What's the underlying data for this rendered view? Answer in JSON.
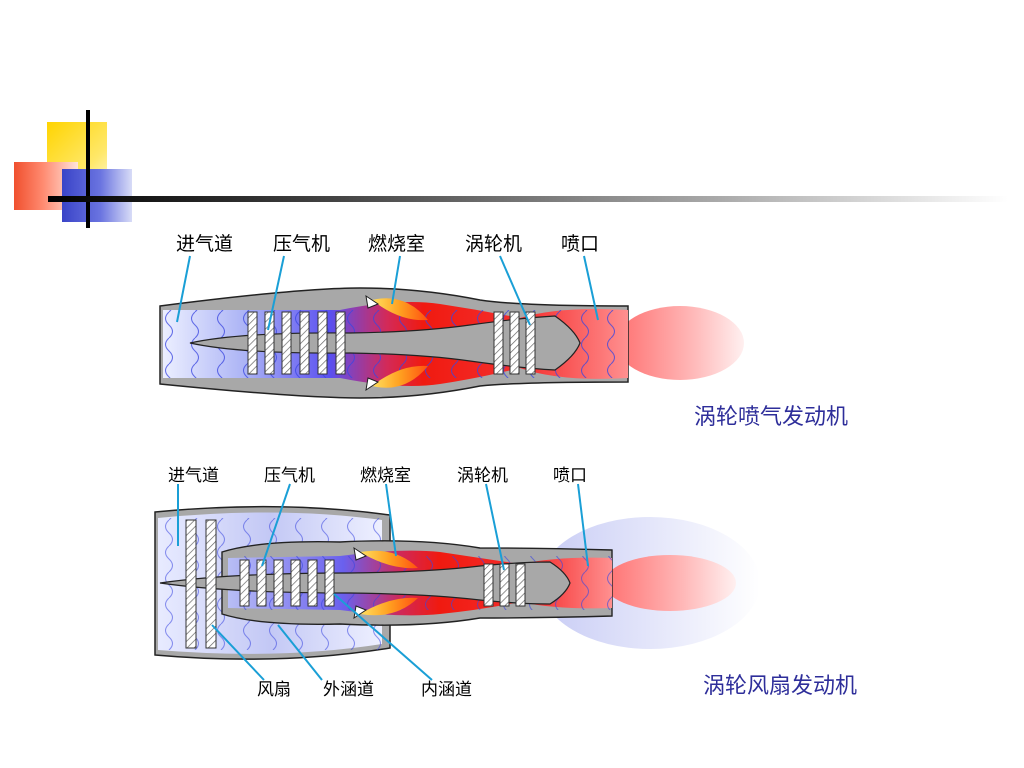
{
  "colors": {
    "deco_yellow": "#ffd400",
    "deco_red": "#f0502e",
    "deco_blue": "#3a44c8",
    "caption": "#2e2e9a",
    "leader": "#1a9fd6"
  },
  "turbojet": {
    "caption": "涡轮喷气发动机",
    "labels": {
      "inlet": "进气道",
      "compressor": "压气机",
      "combustor": "燃烧室",
      "turbine": "涡轮机",
      "nozzle": "喷口"
    }
  },
  "turbofan": {
    "caption": "涡轮风扇发动机",
    "labels": {
      "inlet": "进气道",
      "compressor": "压气机",
      "combustor": "燃烧室",
      "turbine": "涡轮机",
      "nozzle": "喷口",
      "fan": "风扇",
      "bypass": "外涵道",
      "core": "内涵道"
    }
  }
}
